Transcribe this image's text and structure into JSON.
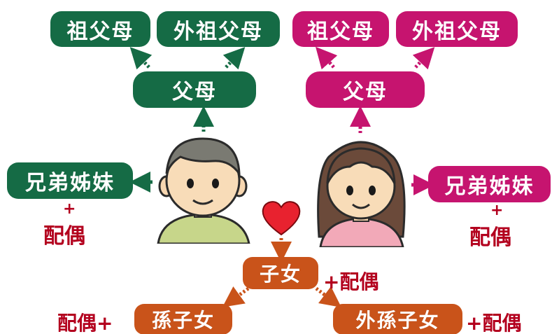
{
  "colors": {
    "paternal": "#156b45",
    "maternal": "#c6146f",
    "children": "#c9531a",
    "spouse_text": "#b3001e",
    "heart": "#e8222f"
  },
  "paternal": {
    "grandparents": "祖父母",
    "maternal_grandparents": "外祖父母",
    "parents": "父母",
    "siblings": "兄弟姊妹",
    "sibling_plus": "+",
    "sibling_spouse": "配偶"
  },
  "maternal": {
    "grandparents": "祖父母",
    "maternal_grandparents": "外祖父母",
    "parents": "父母",
    "siblings": "兄弟姊妹",
    "sibling_plus": "+",
    "sibling_spouse": "配偶"
  },
  "descendants": {
    "children": "子女",
    "children_spouse": "+配偶",
    "grandchildren": "孫子女",
    "grandchildren_spouse": "配偶+",
    "maternal_grandchildren": "外孫子女",
    "maternal_grandchildren_spouse": "+配偶"
  },
  "icons": {
    "man": "man-icon",
    "woman": "woman-icon",
    "heart": "heart-icon"
  }
}
